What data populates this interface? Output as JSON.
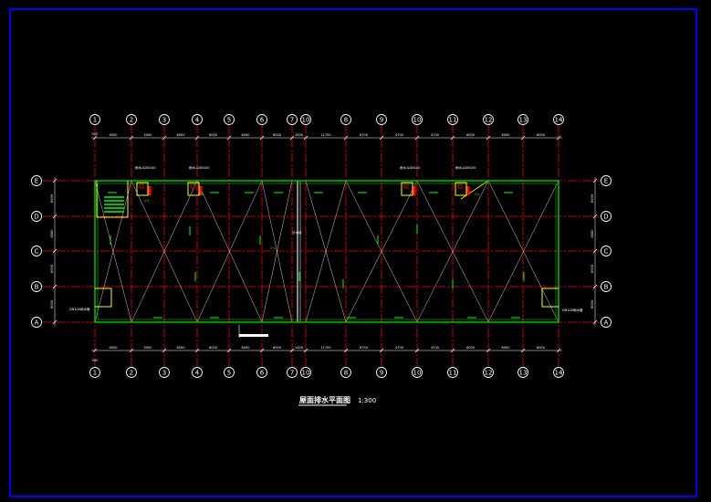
{
  "title": "屋面排水平面图",
  "scale": "1:300",
  "colors": {
    "background": "#000000",
    "frame": "#0000ff",
    "grid": "#ff0000",
    "wall": "#00c000",
    "structure": "#cccccc",
    "accent": "#ffff00",
    "text": "#ffffff"
  },
  "axes_top": [
    "1",
    "2",
    "3",
    "4",
    "5",
    "6",
    "7",
    "10",
    "8",
    "9",
    "10",
    "11",
    "12",
    "13",
    "14"
  ],
  "axes_rows": [
    "E",
    "D",
    "C",
    "B",
    "A"
  ],
  "dims_top": [
    "6000",
    "5000",
    "6000",
    "6000",
    "6000",
    "6000",
    "1000",
    "11700",
    "6700",
    "4700",
    "4700",
    "6000",
    "6000",
    "6000"
  ],
  "dims_bottom": [
    "6000",
    "5000",
    "6000",
    "6000",
    "6000",
    "6000",
    "1000",
    "11700",
    "6700",
    "4700",
    "4700",
    "6000",
    "6000",
    "6000"
  ],
  "dims_left": [
    "6000",
    "6000",
    "6000",
    "6000"
  ],
  "dims_right": [
    "6000",
    "6000",
    "6000",
    "6000"
  ],
  "dims_side_first": "500",
  "notes": {
    "rp1": "雨水斗DN100",
    "rp2": "雨水斗DN100",
    "rp3": "雨水斗DN100",
    "rp4": "雨水斗DN100",
    "left_note": "DN100雨水管",
    "right_note": "DN100雨水管",
    "center_tag": "分水线",
    "slope1": "2%",
    "slope2": "2%",
    "slope3": "2%",
    "slope4": "2%"
  }
}
